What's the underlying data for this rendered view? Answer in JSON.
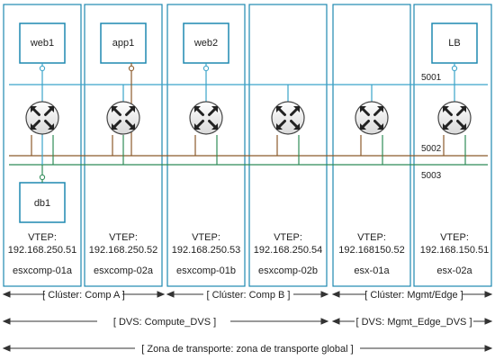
{
  "hosts": [
    {
      "vtep_label": "VTEP:",
      "vtep_ip": "192.168.250.51",
      "name": "esxcomp-01a",
      "vm_top": "web1",
      "vm_bottom": "db1"
    },
    {
      "vtep_label": "VTEP:",
      "vtep_ip": "192.168.250.52",
      "name": "esxcomp-02a",
      "vm_top": "app1"
    },
    {
      "vtep_label": "VTEP:",
      "vtep_ip": "192.168.250.53",
      "name": "esxcomp-01b",
      "vm_top": "web2"
    },
    {
      "vtep_label": "VTEP:",
      "vtep_ip": "192.168.250.54",
      "name": "esxcomp-02b"
    },
    {
      "vtep_label": "VTEP:",
      "vtep_ip": "192.168150.52",
      "name": "esx-01a"
    },
    {
      "vtep_label": "VTEP:",
      "vtep_ip": "192.168.150.51",
      "name": "esx-02a",
      "vm_top": "LB"
    }
  ],
  "segments": [
    {
      "id": "5001",
      "color": "#3aa3c9"
    },
    {
      "id": "5002",
      "color": "#8b5a2b"
    },
    {
      "id": "5003",
      "color": "#2e8b57"
    }
  ],
  "clusters": [
    {
      "label": "[ Clúster: Comp A ]"
    },
    {
      "label": "[ Clúster: Comp B ]"
    },
    {
      "label": "[ Clúster: Mgmt/Edge ]"
    }
  ],
  "dvs": [
    {
      "label": "[ DVS: Compute_DVS ]"
    },
    {
      "label": "[ DVS: Mgmt_Edge_DVS ]"
    }
  ],
  "transport_zone": {
    "label": "[ Zona de transporte: zona de transporte global ]"
  },
  "colors": {
    "host_border": "#1e88b0",
    "vm_border": "#1e88b0",
    "arrow": "#333333"
  }
}
